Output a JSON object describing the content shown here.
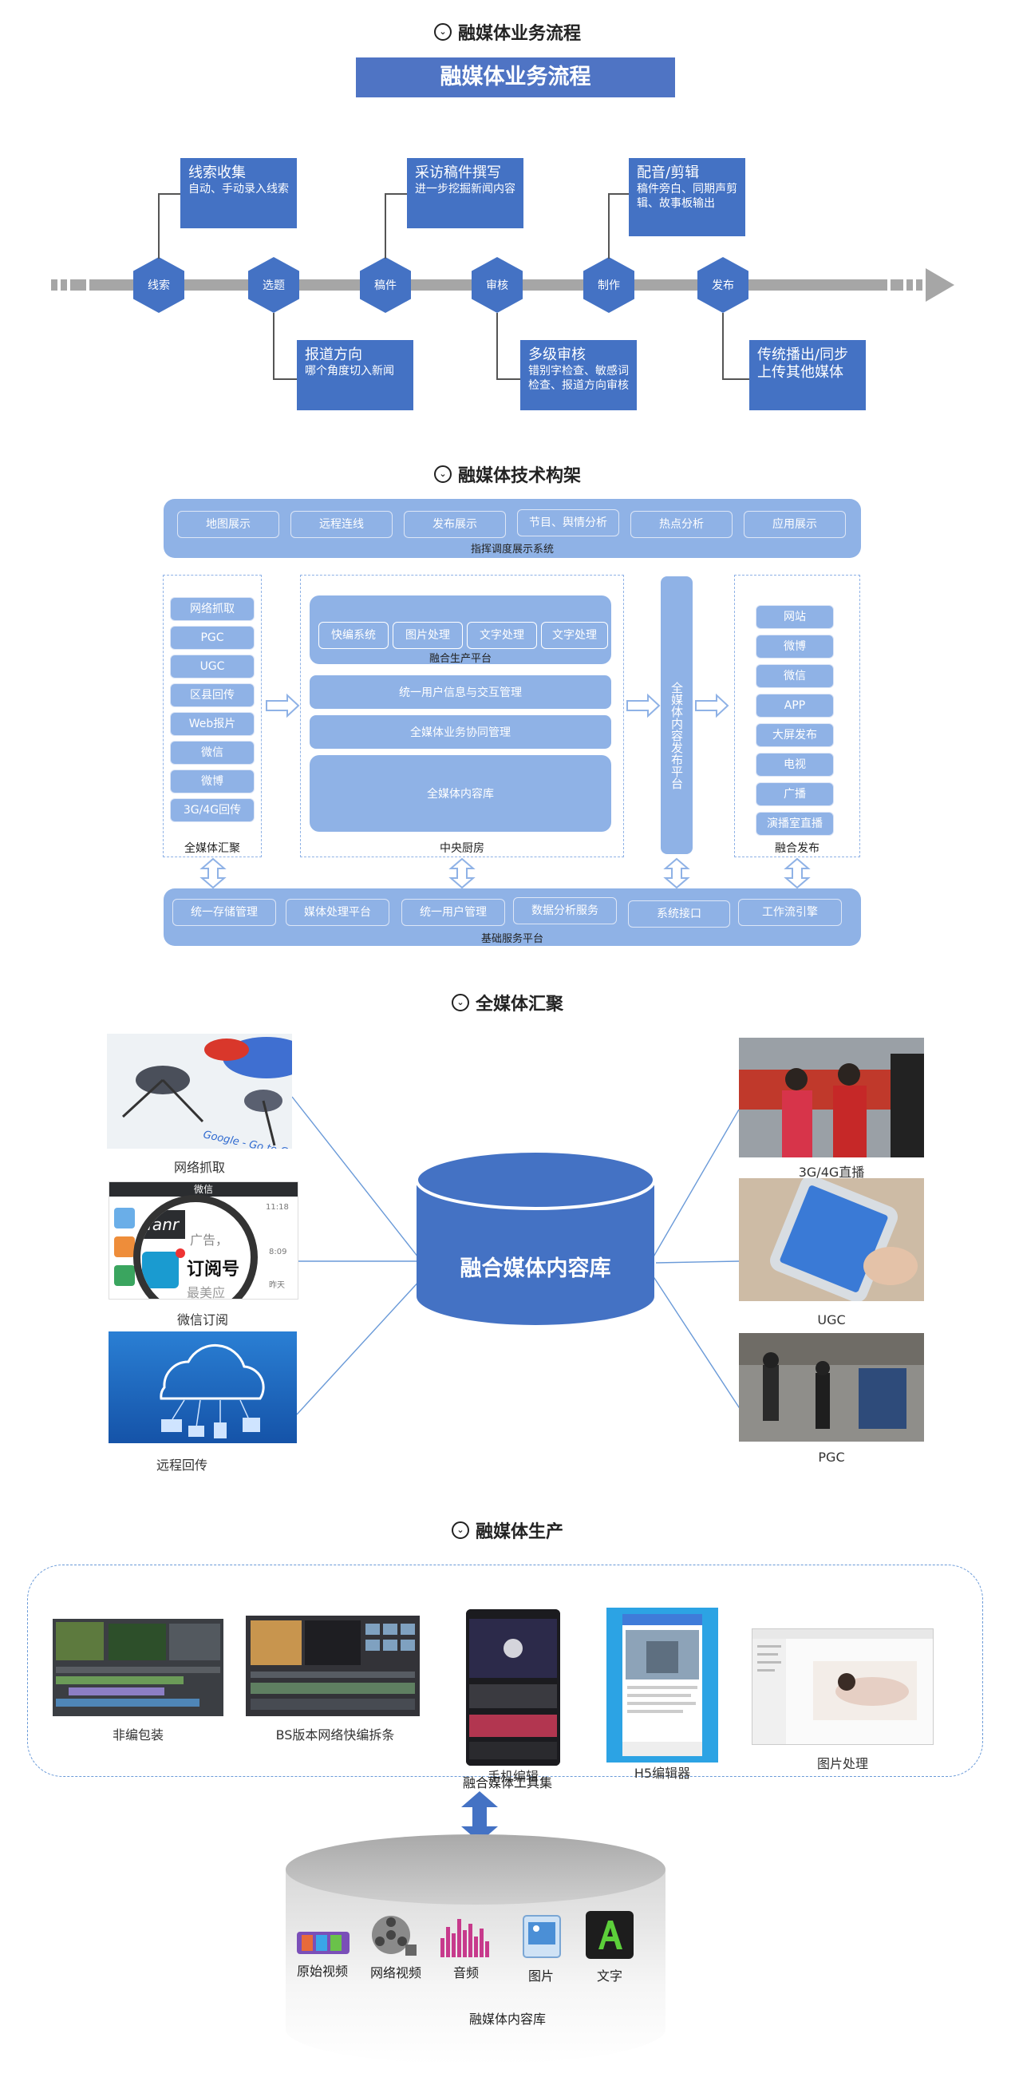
{
  "section1": {
    "heading": "融媒体业务流程",
    "banner": "融媒体业务流程",
    "stages": [
      "线索",
      "选题",
      "稿件",
      "审核",
      "制作",
      "发布"
    ],
    "notes": [
      {
        "title": "线索收集",
        "desc": "自动、手动录入线索"
      },
      {
        "title": "报道方向",
        "desc": "哪个角度切入新闻"
      },
      {
        "title": "采访稿件撰写",
        "desc": "进一步挖掘新闻内容"
      },
      {
        "title": "多级审核",
        "desc": "错别字检查、敏感词检查、报道方向审核"
      },
      {
        "title": "配音/剪辑",
        "desc": "稿件旁白、同期声剪辑、故事板输出"
      },
      {
        "title": "传统播出/同步上传其他媒体",
        "desc": ""
      }
    ]
  },
  "section2": {
    "heading": "融媒体技术构架",
    "top_items": [
      "地图展示",
      "远程连线",
      "发布展示",
      "节目、舆情分析",
      "热点分析",
      "应用展示"
    ],
    "top_label": "指挥调度展示系统",
    "left_items": [
      "网络抓取",
      "PGC",
      "UGC",
      "区县回传",
      "Web报片",
      "微信",
      "微博",
      "3G/4G回传"
    ],
    "left_label": "全媒体汇聚",
    "center_tools": [
      "快编系统",
      "图片处理",
      "文字处理",
      "文字处理"
    ],
    "center_tools_label": "融合生产平台",
    "center_bars": [
      "统一用户信息与交互管理",
      "全媒体业务协同管理"
    ],
    "center_store": "全媒体内容库",
    "center_label": "中央厨房",
    "vertical_label": "全媒体内容发布平台",
    "right_items": [
      "网站",
      "微博",
      "微信",
      "APP",
      "大屏发布",
      "电视",
      "广播",
      "演播室直播"
    ],
    "right_label": "融合发布",
    "bottom_items": [
      "统一存储管理",
      "媒体处理平台",
      "统一用户管理",
      "数据分析服务",
      "系统接口",
      "工作流引擎"
    ],
    "bottom_label": "基础服务平台"
  },
  "section3": {
    "heading": "全媒体汇聚",
    "center": "融合媒体内容库",
    "left": [
      "网络抓取",
      "微信订阅",
      "远程回传"
    ],
    "right": [
      "3G/4G直播",
      "UGC",
      "PGC"
    ],
    "wechat_texts": {
      "top": "微信",
      "mid": "订阅号",
      "ad": "广告，",
      "bottom": "最美应",
      "logo": "fanr",
      "time1": "11:18",
      "time2": "8:09",
      "yest": "昨天"
    }
  },
  "section4": {
    "heading": "融媒体生产",
    "tools": [
      "非编包装",
      "BS版本网络快编拆条",
      "手机编辑",
      "H5编辑器",
      "图片处理"
    ],
    "tools_label": "融合媒体工具集",
    "store_items": [
      "原始视频",
      "网络视频",
      "音频",
      "图片",
      "文字"
    ],
    "store_label": "融媒体内容库"
  },
  "colors": {
    "primary": "#4472c4",
    "light": "#8fb2e6",
    "track": "#a6a6a6"
  }
}
